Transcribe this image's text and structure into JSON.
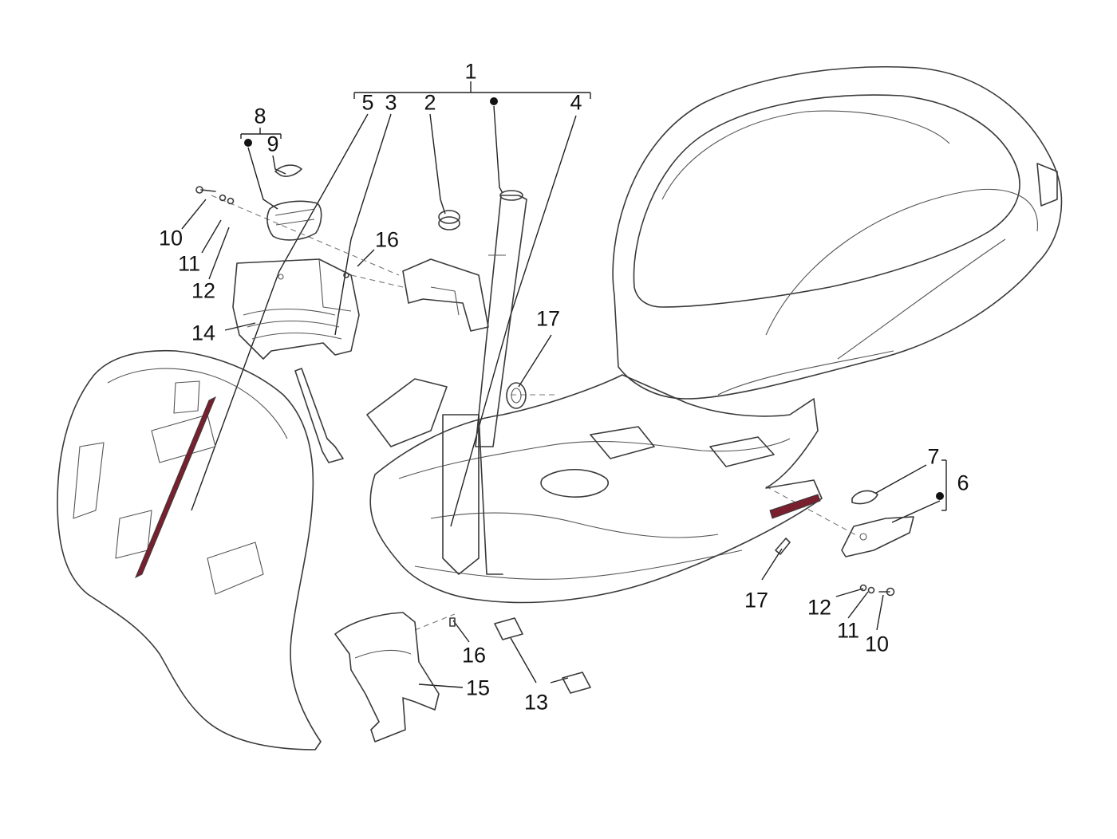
{
  "diagram": {
    "callouts": [
      {
        "id": "c1",
        "text": "1"
      },
      {
        "id": "c2",
        "text": "2"
      },
      {
        "id": "c3",
        "text": "3"
      },
      {
        "id": "c4",
        "text": "4"
      },
      {
        "id": "c5",
        "text": "5"
      },
      {
        "id": "c6",
        "text": "6"
      },
      {
        "id": "c7",
        "text": "7"
      },
      {
        "id": "c8",
        "text": "8"
      },
      {
        "id": "c9",
        "text": "9"
      },
      {
        "id": "c10a",
        "text": "10"
      },
      {
        "id": "c10b",
        "text": "10"
      },
      {
        "id": "c11a",
        "text": "11"
      },
      {
        "id": "c11b",
        "text": "11"
      },
      {
        "id": "c12a",
        "text": "12"
      },
      {
        "id": "c12b",
        "text": "12"
      },
      {
        "id": "c13",
        "text": "13"
      },
      {
        "id": "c14",
        "text": "14"
      },
      {
        "id": "c15",
        "text": "15"
      },
      {
        "id": "c16a",
        "text": "16"
      },
      {
        "id": "c16b",
        "text": "16"
      },
      {
        "id": "c17a",
        "text": "17"
      },
      {
        "id": "c17b",
        "text": "17"
      }
    ],
    "colors": {
      "line": "#3a3a3a",
      "accent": "#7a1f2e",
      "text": "#111111"
    }
  }
}
